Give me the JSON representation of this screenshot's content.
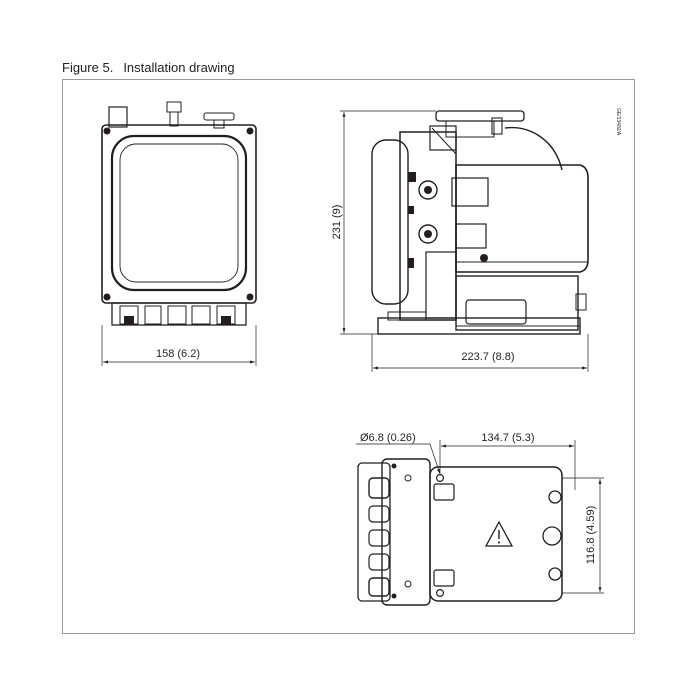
{
  "caption": {
    "label": "Figure 5.",
    "title": "Installation drawing"
  },
  "drawing_code": "GE/13482/A",
  "dimensions": {
    "front_width": "158 (6.2)",
    "side_height": "231 (9)",
    "side_depth": "223.7 (8.8)",
    "hole_diameter": "Ø6.8 (0.26)",
    "hole_spacing_x": "134.7 (5.3)",
    "hole_spacing_y": "116.8 (4.59)"
  }
}
